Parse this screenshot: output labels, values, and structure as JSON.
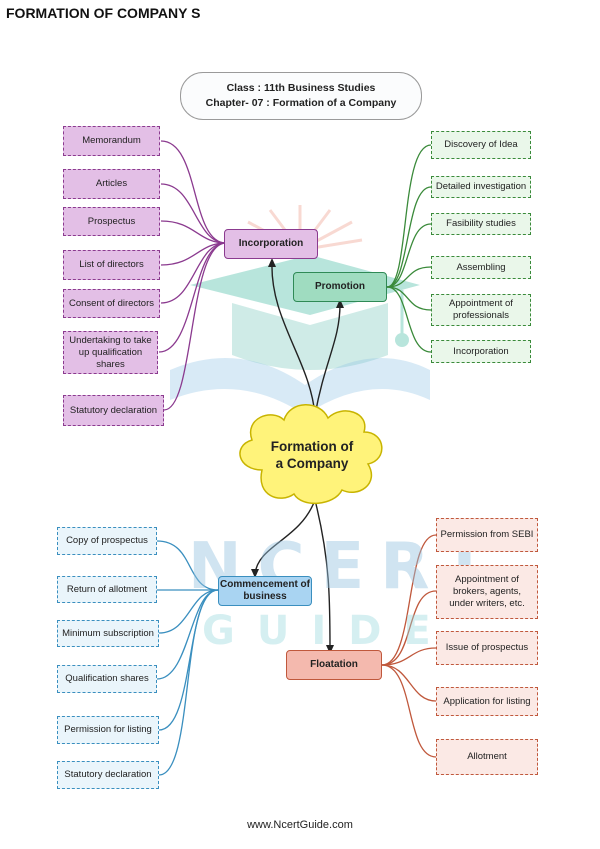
{
  "header": {
    "title": "FORMATION OF COMPANY S"
  },
  "class_box": {
    "line1": "Class : 11th Business Studies",
    "line2": "Chapter- 07 : Formation of a Company"
  },
  "center": {
    "line1": "Formation of",
    "line2": "a Company"
  },
  "watermark": {
    "word1": "NCERT",
    "word2": "GUIDE"
  },
  "incorporation": {
    "label": "Incorporation",
    "items": [
      "Memorandum",
      "Articles",
      "Prospectus",
      "List of directors",
      "Consent of directors",
      "Undertaking to take up qualification shares",
      "Statutory declaration"
    ]
  },
  "promotion": {
    "label": "Promotion",
    "items": [
      "Discovery of Idea",
      "Detailed investigation",
      "Fasibility studies",
      "Assembling",
      "Appointment of professionals",
      "Incorporation"
    ]
  },
  "commencement": {
    "label": "Commencement of business",
    "items": [
      "Copy of prospectus",
      "Return of allotment",
      "Minimum subscription",
      "Qualification shares",
      "Permission for listing",
      "Statutory declaration"
    ]
  },
  "floatation": {
    "label": "Floatation",
    "items": [
      "Permission from SEBI",
      "Appointment of brokers, agents, under writers, etc.",
      "Issue of prospectus",
      "Application for listing",
      "Allotment"
    ]
  },
  "colors": {
    "incorporation": "#8b3a8f",
    "promotion": "#3a8a3a",
    "commencement": "#3a8fbf",
    "floatation": "#c0583c"
  },
  "footer": {
    "url": "www.NcertGuide.com"
  }
}
